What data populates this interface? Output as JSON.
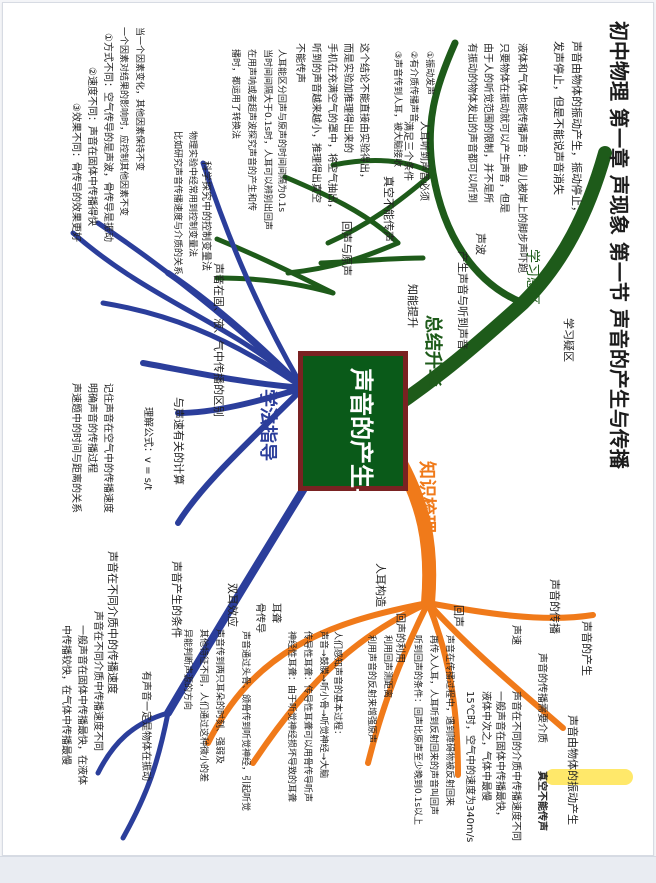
{
  "header": {
    "title": "初中物理   第一章   声现象   第一节   声音的产生与传播",
    "subtitle": "学习感区"
  },
  "center": {
    "title": "声音的产生与传播"
  },
  "branch_labels": {
    "summary": "总结升华",
    "knowledge": "知识梳理",
    "method": "学法指导"
  },
  "upper_blocks": {
    "sound_production": [
      "声音由物体的振动产生，振动停止，",
      "发声停止，但是不能说声音消失"
    ],
    "sound_traveling": [
      "液体和气体也能传播声音：鱼儿被岸上的脚步声吓跑",
      "只要物体在振动就可以产生声音，但是",
      "由于人的听觉范围的限制，并不是所",
      "有振动的物体发出的声音都可以听到"
    ],
    "hearing_conditions": [
      "①振动发声",
      "②有介质传播声音",
      "③声音传到人耳，被大脑接收",
      "人耳听到声音必须",
      "满足三个条件"
    ],
    "vacuum": [
      "这个结论不能直接由实验得出，",
      "而是实验加推理得出来的",
      "手机在充满空气的罩中，将空气抽出，",
      "听到的声音越来越小，推理得出真空",
      "不能传声"
    ],
    "experiment": [
      "人耳能区分回声与原声的时间间隔为0.1s",
      "当时间间隔大于0.1s时，人耳可以辨别出回声",
      "在用声呐或者超声波探究声音的产生和传",
      "播时，都运用了转换法"
    ],
    "science_method": [
      "科学探究中的控制变量法"
    ],
    "method_detail": [
      "物理实验中经常用到控制变量法",
      "比如研究声音传播速度与介质的关系"
    ],
    "labels": [
      "声波",
      "产生声音与听到声音",
      "真空不能传声",
      "回声与原声",
      "知能提升",
      "学习疑区"
    ]
  },
  "lower_blocks": {
    "production": [
      "声音的产生",
      "声音由物体的振动产生"
    ],
    "propagation": [
      "声音的传播",
      "声音的传播需要介质",
      "真空不能传声",
      "声速",
      "声音在不同的介质中传播速度不同",
      "一般声音在固体中传播最快，",
      "液体中次之，气体中最慢",
      "15℃时，空气中的速度为340m/s"
    ],
    "echo": [
      "回声",
      "声音在传播过程中，遇到障碍物被反射回来",
      "再传入人耳，人耳听到反射回来的声音叫回声",
      "听到回声的条件：回声比原声至少晚到0.1s以上",
      "回声的利用",
      "利用回声测距离",
      "利用声音的反射来增强原声"
    ],
    "ear": [
      "人耳构造",
      "人们感知声音的基本过程：",
      "声音→鼓膜→听小骨→听觉神经→大脑",
      "传导性耳聋：传导性耳聋可以用骨传导听声",
      "神经性耳聋：由于听觉神经损坏导致的耳聋",
      "耳聋",
      "骨传导",
      "声音通过头骨、颌骨传到听觉神经，引起听觉"
    ],
    "binaural": [
      "双耳效应",
      "声音传到两只耳朵的时刻、强弱及",
      "其他特征不同，人们通过这种微小的差",
      "异能判断声源的方向"
    ]
  },
  "method_blocks": {
    "conditions": [
      "声音产生的条件",
      "有声音一定是物体在振动"
    ],
    "media": [
      "声音在不同介质中的传播速度",
      "声音在不同介质中传播速度不同",
      "一般声音在固体中传播最快，在液体",
      "中传播较快，在气体中传播最慢"
    ],
    "calc": [
      "与声速有关的计算",
      "理解公式：v = s/t",
      "记住声音在空气中的传播速度",
      "明确声音的传播过程",
      "声速题中的时间与距离的关系"
    ],
    "differences": [
      "声音在固、液、气中传播的区别",
      "①方式不同：空气传导的是声波，骨传导是振动",
      "②速度不同：声音在固体中传播得快",
      "③效果不同：骨传导的效果更好"
    ],
    "misc": [
      "当一个因素变化，其他因素保持不变",
      "一个因素对结果的影响时，应控制其他因素不变"
    ]
  },
  "colors": {
    "green": "#1e5b1a",
    "orange": "#f07a1a",
    "blue": "#2b3e9b",
    "center_fill": "#0a5a19",
    "center_border": "#7a2222",
    "highlight": "#ffe86a"
  }
}
